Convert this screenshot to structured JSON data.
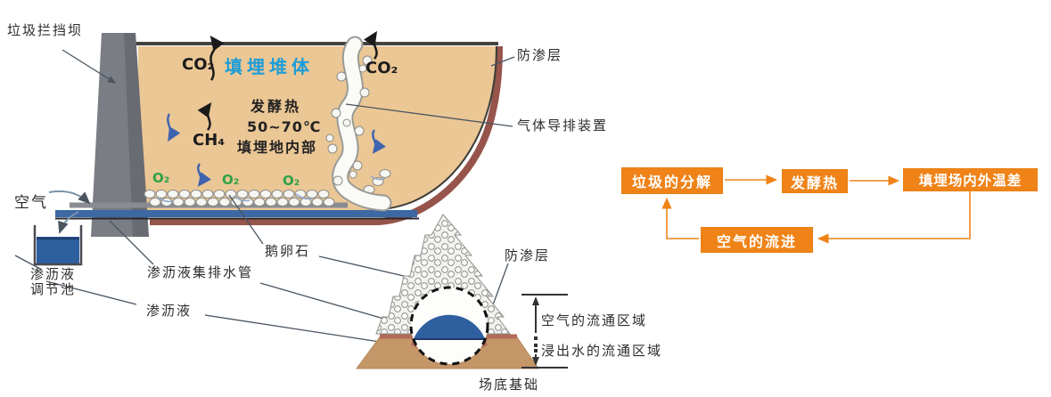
{
  "colors": {
    "accent_orange": "#ef8318",
    "landfill_fill": "#ebc795",
    "liner_brown": "#96544b",
    "dam_gray": "#7a7d84",
    "water_blue": "#2e5f9f",
    "o2_green": "#2fa148",
    "title_blue": "#1b9cd8"
  },
  "main": {
    "labels": {
      "dam": "垃圾拦挡坝",
      "liner": "防渗层",
      "gas_vent": "气体导排装置",
      "air": "空气",
      "pool_line1": "渗沥液",
      "pool_line2": "调节池",
      "drain_pipe": "渗沥液集排水管",
      "leachate": "渗沥液",
      "cobblestone": "鹅卵石"
    },
    "body": {
      "title": "填埋堆体",
      "heat": "发酵热",
      "temp": "50~70℃",
      "interior": "填埋地内部",
      "co2": "CO₂",
      "ch4": "CH₄",
      "o2": "O₂"
    }
  },
  "detail": {
    "labels": {
      "liner": "防渗层",
      "air_zone": "空气的流通区域",
      "water_zone": "浸出水的流通区域",
      "foundation": "场底基础"
    }
  },
  "flow": {
    "boxes": [
      {
        "id": "waste-decomposition",
        "label": "垃圾的分解"
      },
      {
        "id": "fermentation-heat",
        "label": "发酵热"
      },
      {
        "id": "temp-difference",
        "label": "填埋场内外温差"
      },
      {
        "id": "air-inflow",
        "label": "空气的流进"
      }
    ]
  }
}
